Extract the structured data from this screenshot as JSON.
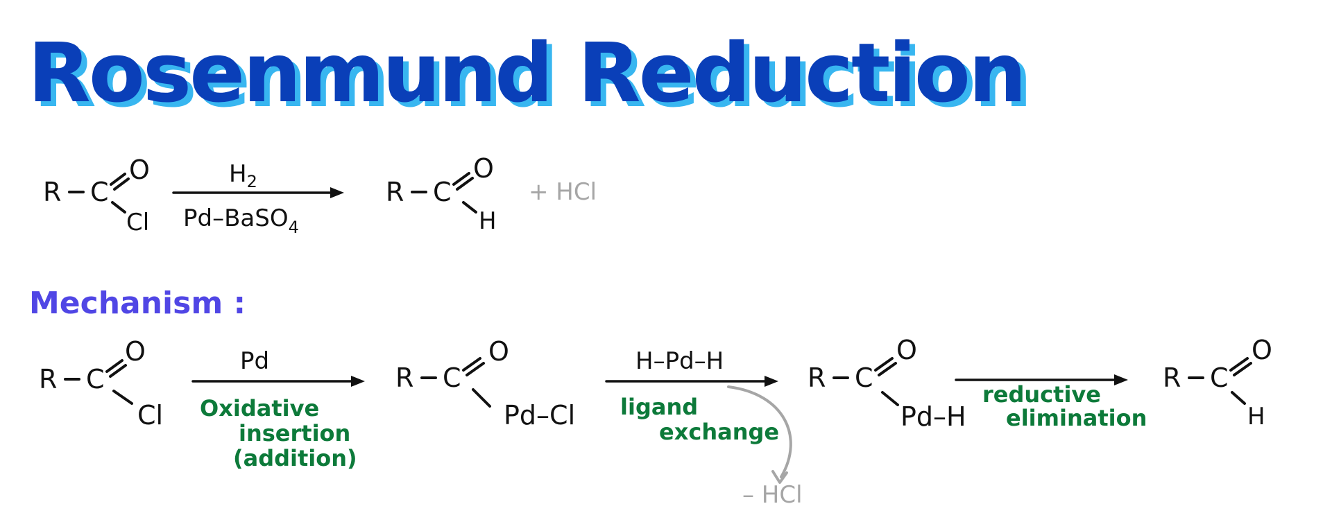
{
  "title": "Rosenmund Reduction",
  "colors": {
    "title": "#0a3fb8",
    "title_shadow": "#38b6f0",
    "section": "#5046e5",
    "condition_note": "#0d7a3a",
    "byproduct": "#a6a6a6",
    "ink": "#111111"
  },
  "overall_reaction": {
    "reactant": {
      "r": "R",
      "c": "C",
      "o": "O",
      "x": "Cl"
    },
    "reagent_above": {
      "base": "H",
      "sub": "2"
    },
    "reagent_below": {
      "base": "Pd–BaSO",
      "sub": "4"
    },
    "product": {
      "r": "R",
      "c": "C",
      "o": "O",
      "x": "H"
    },
    "byproduct": "+ HCl"
  },
  "mechanism": {
    "heading": "Mechanism :",
    "species": [
      {
        "r": "R",
        "c": "C",
        "o": "O",
        "x": "Cl"
      },
      {
        "r": "R",
        "c": "C",
        "o": "O",
        "x": "Pd–Cl"
      },
      {
        "r": "R",
        "c": "C",
        "o": "O",
        "x": "Pd–H"
      },
      {
        "r": "R",
        "c": "C",
        "o": "O",
        "x": "H"
      }
    ],
    "steps": [
      {
        "above": "Pd",
        "note_lines": [
          "Oxidative",
          "insertion",
          "(addition)"
        ]
      },
      {
        "above": "H–Pd–H",
        "note_lines": [
          "ligand",
          "exchange"
        ],
        "side_product": "– HCl"
      },
      {
        "above": "",
        "note_lines": [
          "reductive",
          "elimination"
        ]
      }
    ]
  }
}
